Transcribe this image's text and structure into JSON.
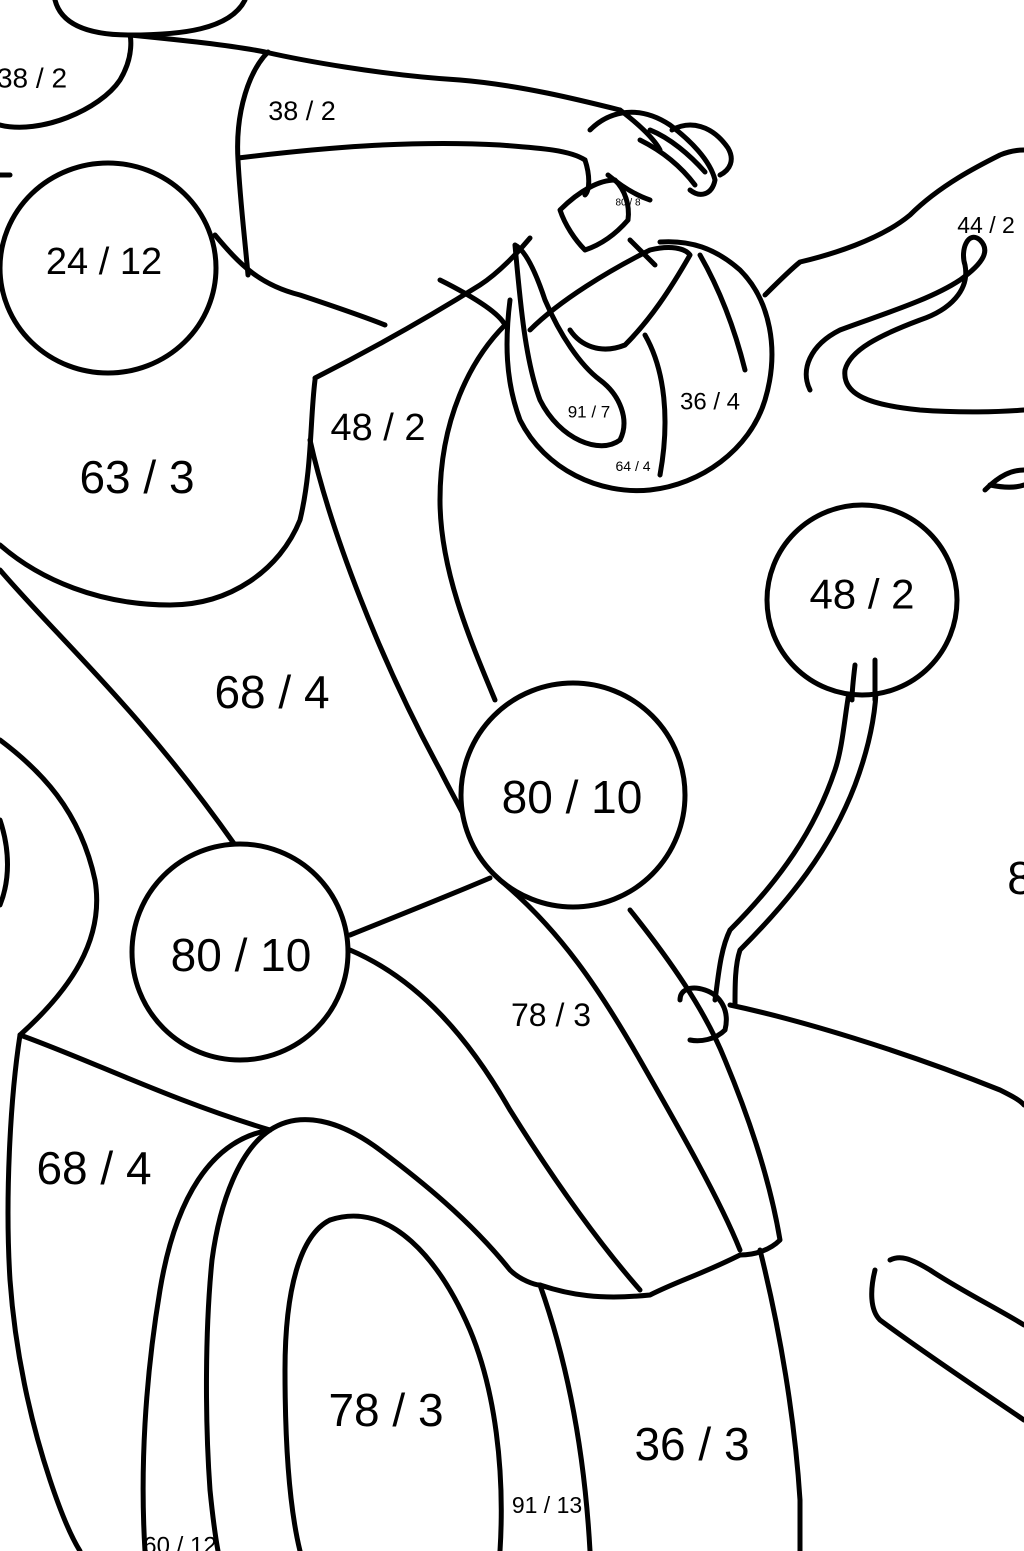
{
  "line_color": "#000000",
  "background_color": "#ffffff",
  "labels": {
    "shoulder_left": "38 / 2",
    "sleeve": "38 / 2",
    "elbow_patch": "24 / 12",
    "torso": "63 / 3",
    "seat_front": "48 / 2",
    "wrist": "80 / 8",
    "handle_inner": "91 / 7",
    "handle_outer": "36 / 4",
    "handle_bottom": "64 / 4",
    "mirror_tip": "44 / 2",
    "mirror_round": "48 / 2",
    "leg": "68 / 4",
    "knee_circle": "80 / 10",
    "side_circle": "80 / 10",
    "body_edge": "8",
    "fender_panel": "78 / 3",
    "lower_body": "68 / 4",
    "wheel_hub": "78 / 3",
    "wheel_tire": "36 / 3",
    "wheel_rim": "91 / 13",
    "bottom_left": "60 / 12"
  }
}
